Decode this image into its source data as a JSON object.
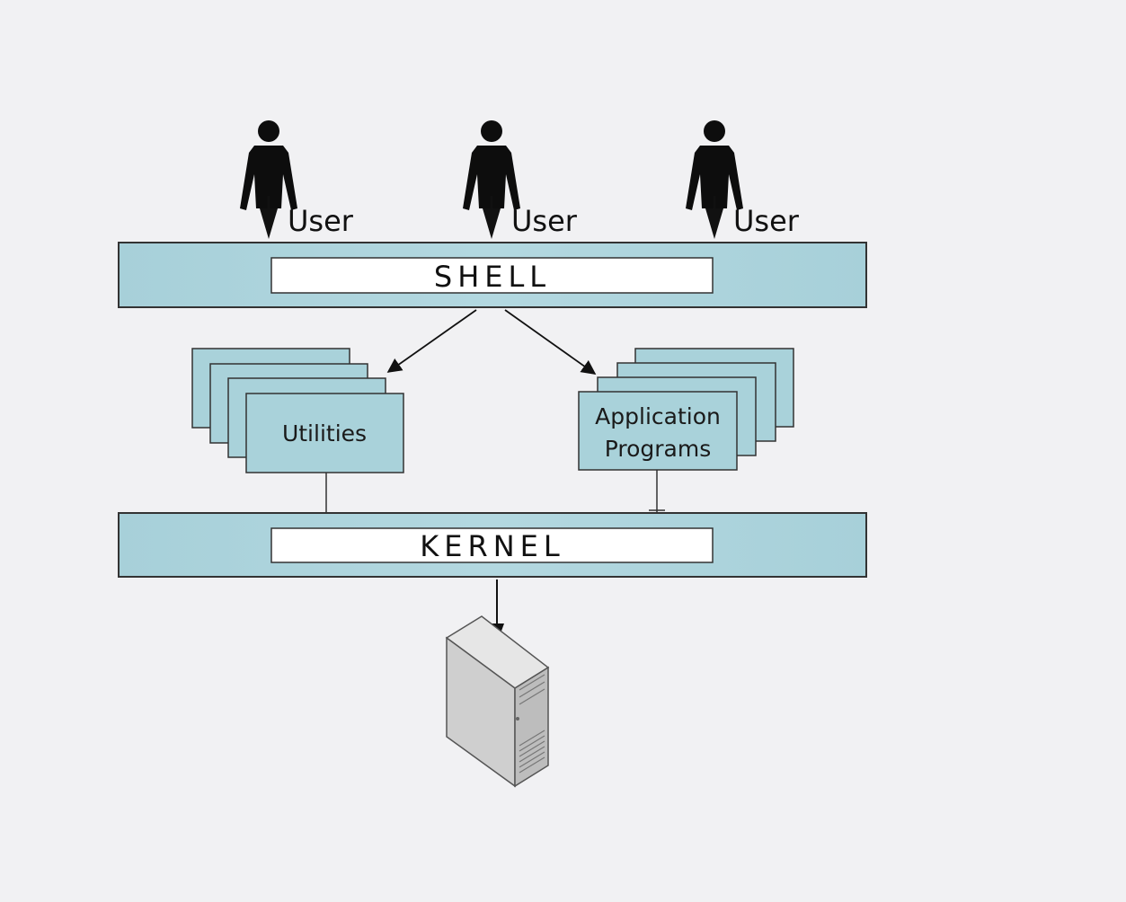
{
  "users": [
    {
      "label": "User"
    },
    {
      "label": "User"
    },
    {
      "label": "User"
    }
  ],
  "shell": {
    "label": "SHELL"
  },
  "kernel": {
    "label": "KERNEL"
  },
  "utilities": {
    "label": "Utilities"
  },
  "applications": {
    "line1": "Application",
    "line2": "Programs"
  },
  "hardware": {
    "icon": "server-tower-icon"
  },
  "colors": {
    "layer_fill": "#add4dc",
    "layer_fill_light": "#c6e2e8",
    "box_fill": "#a9d2da",
    "outline": "#222222",
    "figure": "#0d0d0d",
    "server_body": "#cfcfcf",
    "background": "#f1f1f3"
  }
}
